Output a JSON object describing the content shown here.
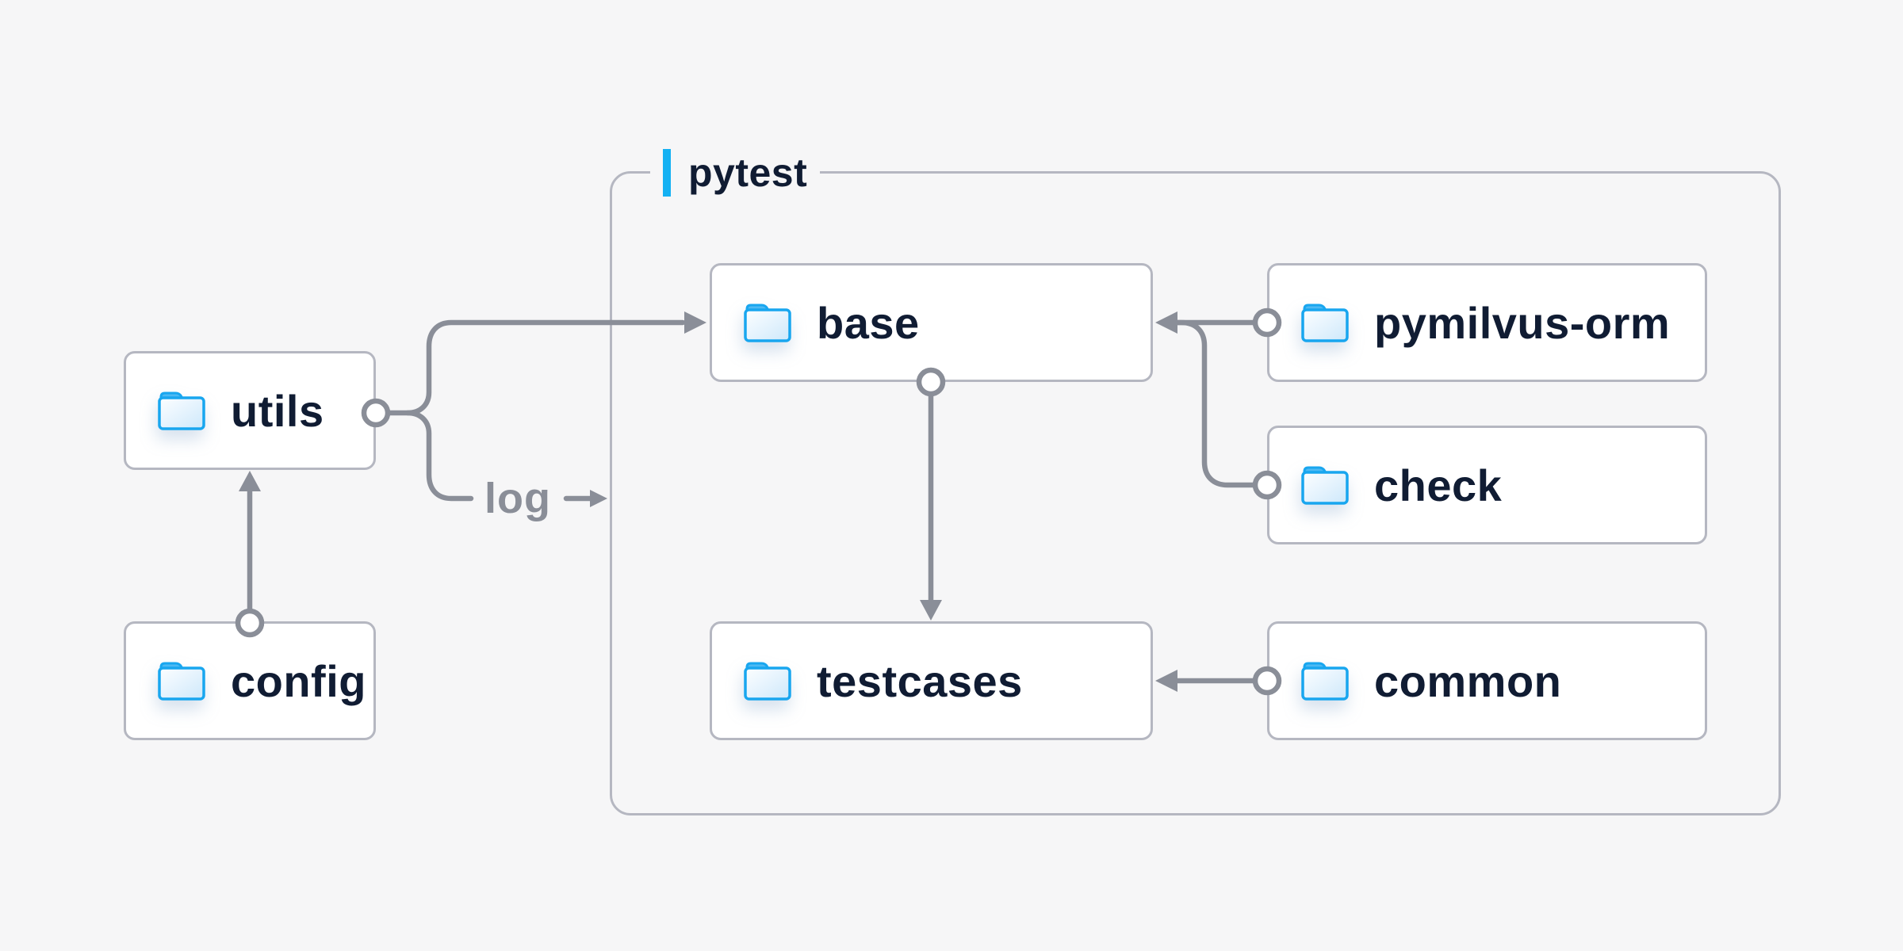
{
  "diagram": {
    "title_label": "pytest",
    "edge_label": "log",
    "colors": {
      "background": "#f6f6f7",
      "accent_blue": "#14b1f3",
      "connector_gray": "#8a8e98",
      "border_gray": "#b5b7c1",
      "text_navy": "#101c33",
      "folder_stroke": "#18a6ef",
      "folder_fill_light": "#fafdff",
      "folder_fill_dark": "#cfe9fb",
      "folder_tab": "#4db9f3"
    },
    "nodes": [
      {
        "id": "utils",
        "label": "utils",
        "icon": "folder-icon",
        "inside_pytest": false
      },
      {
        "id": "config",
        "label": "config",
        "icon": "folder-icon",
        "inside_pytest": false
      },
      {
        "id": "base",
        "label": "base",
        "icon": "folder-icon",
        "inside_pytest": true
      },
      {
        "id": "pymilvus-orm",
        "label": "pymilvus-orm",
        "icon": "folder-icon",
        "inside_pytest": true
      },
      {
        "id": "check",
        "label": "check",
        "icon": "folder-icon",
        "inside_pytest": true
      },
      {
        "id": "testcases",
        "label": "testcases",
        "icon": "folder-icon",
        "inside_pytest": true
      },
      {
        "id": "common",
        "label": "common",
        "icon": "folder-icon",
        "inside_pytest": true
      }
    ],
    "edges": [
      {
        "from": "config",
        "to": "utils"
      },
      {
        "from": "utils",
        "to": "base"
      },
      {
        "from": "utils",
        "to": "log"
      },
      {
        "from": "base",
        "to": "testcases"
      },
      {
        "from": "pymilvus-orm",
        "to": "base"
      },
      {
        "from": "check",
        "to": "base"
      },
      {
        "from": "common",
        "to": "testcases"
      }
    ]
  }
}
